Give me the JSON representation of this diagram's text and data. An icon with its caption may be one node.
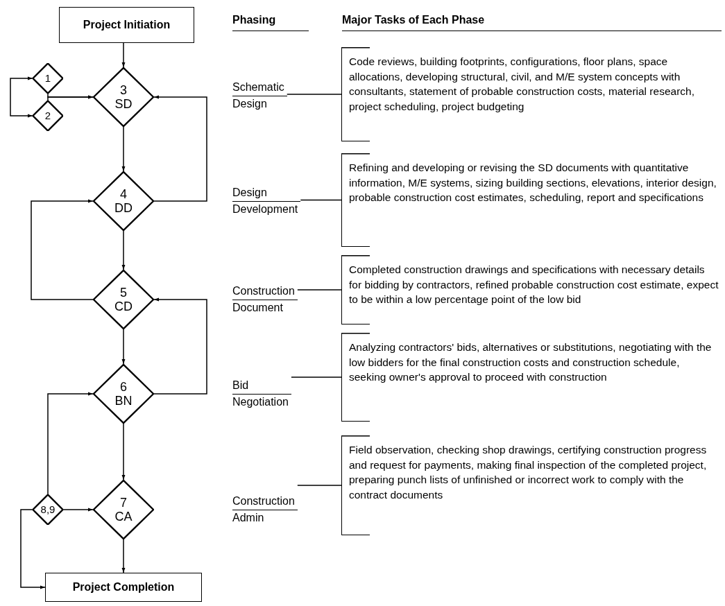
{
  "diagram": {
    "nodes": [
      {
        "text": [
          "Project Initiation"
        ]
      },
      {
        "text": [
          "1"
        ]
      },
      {
        "text": [
          "2"
        ]
      },
      {
        "text": [
          "3",
          "SD"
        ]
      },
      {
        "text": [
          "4",
          "DD"
        ]
      },
      {
        "text": [
          "5",
          "CD"
        ]
      },
      {
        "text": [
          "6",
          "BN"
        ]
      },
      {
        "text": [
          "7",
          "CA"
        ]
      },
      {
        "text": [
          "8,9"
        ]
      },
      {
        "text": [
          "Project Completion"
        ]
      },
      {
        "text": [
          "Schematic Design"
        ]
      },
      {
        "text": [
          "Code reviews, building footprints, configurations, floor plans, space allocations, developing structural, civil, and M/E system concepts with consultants, statement of probable construction costs, material research, project scheduling, project budgeting"
        ]
      },
      {
        "text": [
          "Design Development"
        ]
      },
      {
        "text": [
          "Refining and developing or revising the SD documents with quantitative information, M/E systems, sizing building sections, elevations, interior design, probable construction cost estimates, scheduling, report and specifications"
        ]
      },
      {
        "text": [
          "Construction Document"
        ]
      },
      {
        "text": [
          "Completed construction drawings and specifications with necessary details for bidding by contractors, refined probable construction cost estimate, expect to be within a low percentage point of the low bid"
        ]
      },
      {
        "text": [
          "Bid Negotiation"
        ]
      },
      {
        "text": [
          "Analyzing contractors' bids, alternatives or substitutions, negotiating with the low bidders for the final construction costs and construction schedule, seeking owner's approval to proceed with construction"
        ]
      },
      {
        "text": [
          "Construction Admin"
        ]
      },
      {
        "text": [
          "Field observation, checking shop drawings, certifying construction progress and request for payments, making final inspection of the completed project, preparing punch lists of unfinished or incorrect work to comply with the contract documents"
        ]
      }
    ],
    "edges": [
      {
        "from": 0,
        "to": 3,
        "arrow": "to"
      },
      {
        "from": 1,
        "to": 2,
        "arrow": "both"
      },
      {
        "from": 1,
        "to": 3,
        "arrow": "to"
      },
      {
        "from": 2,
        "to": 3,
        "arrow": "to"
      },
      {
        "from": 3,
        "to": 4,
        "arrow": "to"
      },
      {
        "from": 4,
        "to": 3,
        "arrow": "to"
      },
      {
        "from": 4,
        "to": 5,
        "arrow": "to"
      },
      {
        "from": 5,
        "to": 4,
        "arrow": "to"
      },
      {
        "from": 5,
        "to": 6,
        "arrow": "to"
      },
      {
        "from": 6,
        "to": 5,
        "arrow": "to"
      },
      {
        "from": 6,
        "to": 7,
        "arrow": "to"
      },
      {
        "from": 8,
        "to": 6,
        "arrow": "to"
      },
      {
        "from": 8,
        "to": 7,
        "arrow": "to"
      },
      {
        "from": 7,
        "to": 9,
        "arrow": "to"
      },
      {
        "from": 8,
        "to": 9,
        "arrow": "to"
      },
      {
        "from": 10,
        "to": 11,
        "arrow": "none"
      },
      {
        "from": 12,
        "to": 13,
        "arrow": "none"
      },
      {
        "from": 14,
        "to": 15,
        "arrow": "none"
      },
      {
        "from": 16,
        "to": 17,
        "arrow": "none"
      },
      {
        "from": 18,
        "to": 19,
        "arrow": "none"
      }
    ],
    "labels": [
      "Phasing",
      "Major Tasks of Each Phase"
    ]
  }
}
